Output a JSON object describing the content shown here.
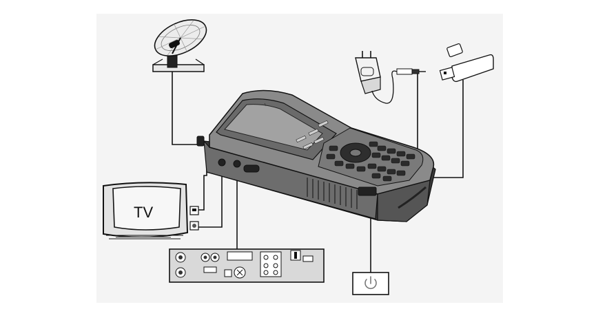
{
  "diagram": {
    "tv": {
      "label": "TV"
    },
    "devices": [
      {
        "name": "satellite-dish"
      },
      {
        "name": "satellite-meter"
      },
      {
        "name": "television"
      },
      {
        "name": "receiver-back-panel"
      },
      {
        "name": "power-adapter"
      },
      {
        "name": "usb-drive"
      },
      {
        "name": "power-button"
      }
    ],
    "colors": {
      "line": "#111111",
      "device_body": "#8a8a8a",
      "device_dark": "#555555",
      "screen": "#9a9a9a",
      "panel": "#dedede",
      "background": "#ffffff"
    }
  }
}
